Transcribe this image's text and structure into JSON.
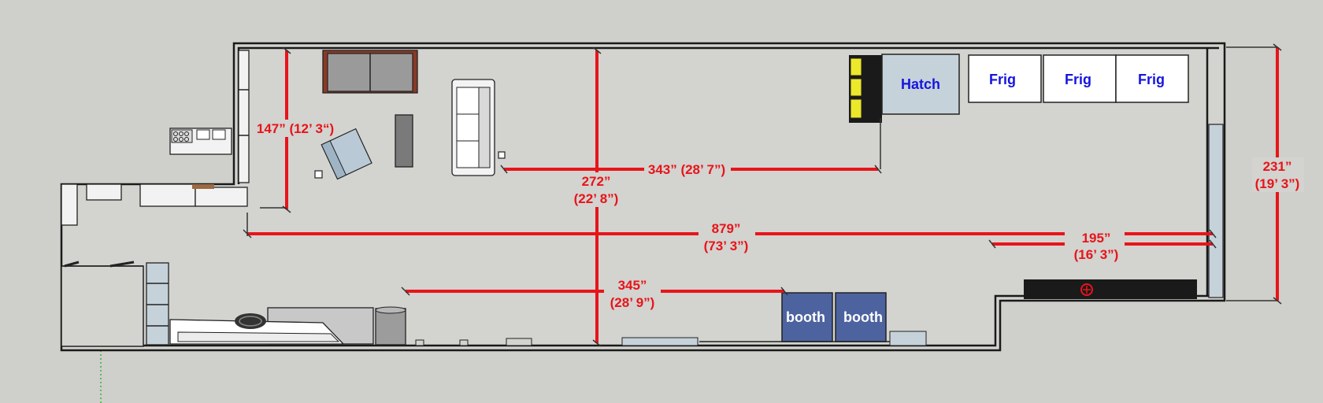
{
  "floor_plan": {
    "dimensions": {
      "height_left": "147” (12’ 3“)",
      "depth_center_1": "272”",
      "depth_center_2": "(22’ 8”)",
      "lounge_width": "343” (28’ 7”)",
      "total_length_1": "879”",
      "total_length_2": "(73’ 3”)",
      "right_section_1": "195”",
      "right_section_2": "(16’ 3”)",
      "booth_run_1": "345”",
      "booth_run_2": "(28’ 9”)",
      "right_height_1": "231”",
      "right_height_2": "(19’ 3”)"
    },
    "labels": {
      "hatch": "Hatch",
      "frig_1": "Frig",
      "frig_2": "Frig",
      "frig_3": "Frig",
      "booth_1": "booth",
      "booth_2": "booth"
    },
    "colors": {
      "dimension": "#e8141a",
      "label_blue": "#1515e0",
      "booth_fill": "#4d63a0",
      "background": "#cfcfcb"
    }
  }
}
